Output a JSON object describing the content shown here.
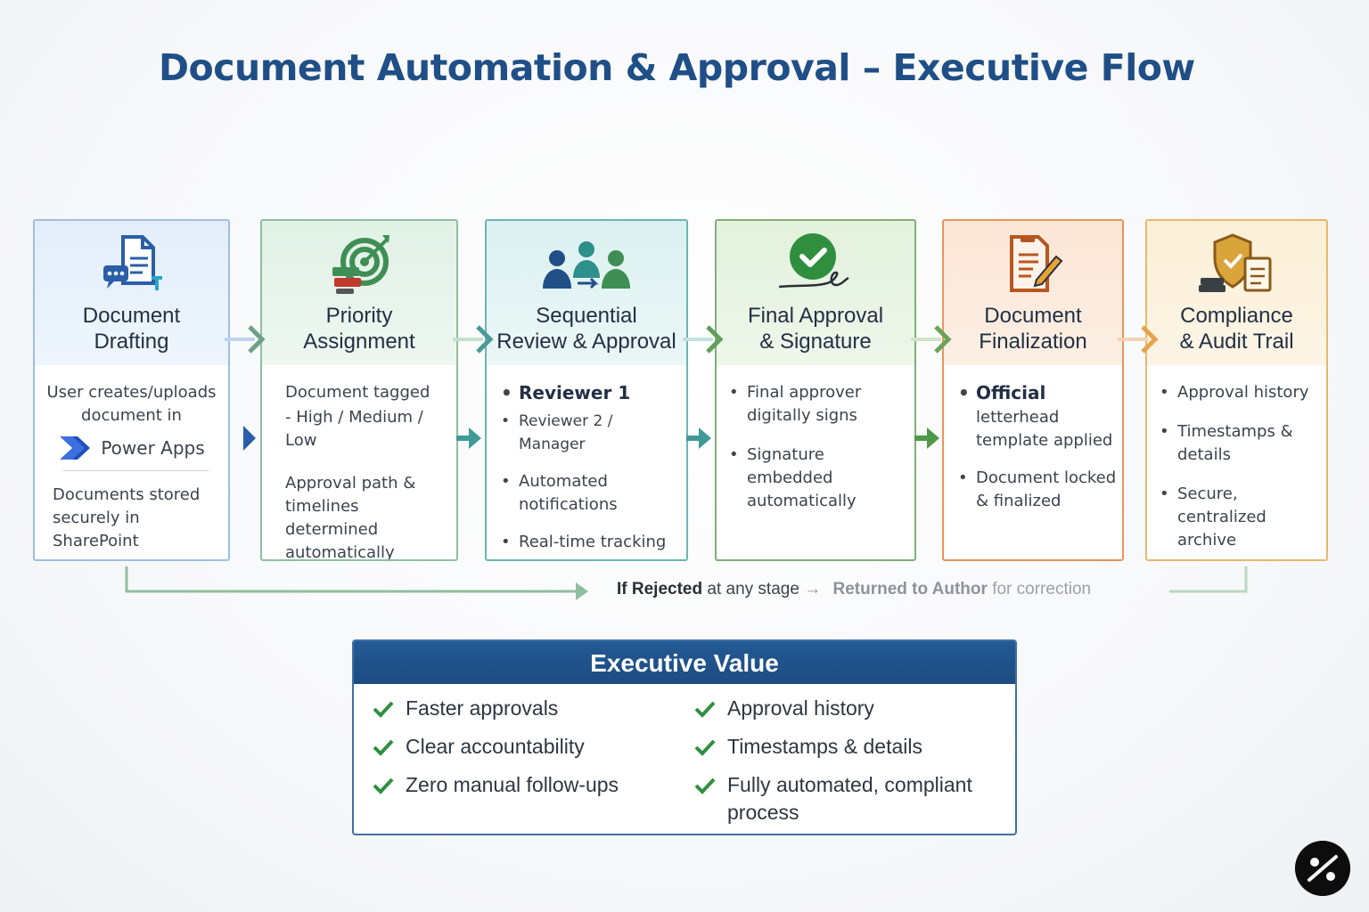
{
  "title": "Document Automation & Approval – Executive Flow",
  "colors": {
    "title": "#1f4f86",
    "blue": "#7fa9d6",
    "green": "#7fb08f",
    "teal": "#4aa3a0",
    "lightgreen": "#5f9e5b",
    "orange": "#e8955a",
    "amber": "#e7b96a",
    "header_bar": "#1f4f86"
  },
  "stages": [
    {
      "heading": "Document\nDrafting",
      "icon": "document-chat-icon",
      "text_top": "User creates/uploads document in",
      "tool_label": "Power Apps",
      "tool_icon": "power-apps-icon",
      "text_bottom": "Documents stored securely in SharePoint"
    },
    {
      "heading": "Priority\nAssignment",
      "icon": "target-icon",
      "lines": [
        "Document tagged",
        "- High / Medium / Low"
      ],
      "paragraph": "Approval path & timelines determined automatically"
    },
    {
      "heading": "Sequential\nReview & Approval",
      "icon": "team-icon",
      "bullets": [
        "Reviewer 1",
        "Reviewer 2 / Manager",
        "Automated notifications",
        "Real-time tracking"
      ]
    },
    {
      "heading": "Final Approval\n& Signature",
      "icon": "checkmark-signature-icon",
      "bullets": [
        "Final approver digitally signs",
        "Signature embedded automatically"
      ]
    },
    {
      "heading": "Document\nFinalization",
      "icon": "document-pencil-icon",
      "bullets": [
        "Official",
        "letterhead template applied",
        "Document locked & finalized"
      ]
    },
    {
      "heading": "Compliance\n& Audit Trail",
      "icon": "shield-document-icon",
      "bullets": [
        "Approval history",
        "Timestamps & details",
        "Secure, centralized archive"
      ]
    }
  ],
  "rejection": {
    "lead_bold": "If Rejected",
    "lead_rest": "at any stage",
    "arrow": "→",
    "result_bold": "Returned to Author",
    "result_rest": "for correction"
  },
  "executive_value": {
    "title": "Executive Value",
    "left": [
      "Faster approvals",
      "Clear accountability",
      "Zero manual follow-ups"
    ],
    "right": [
      "Approval history",
      "Timestamps & details",
      "Fully automated, compliant process"
    ]
  }
}
